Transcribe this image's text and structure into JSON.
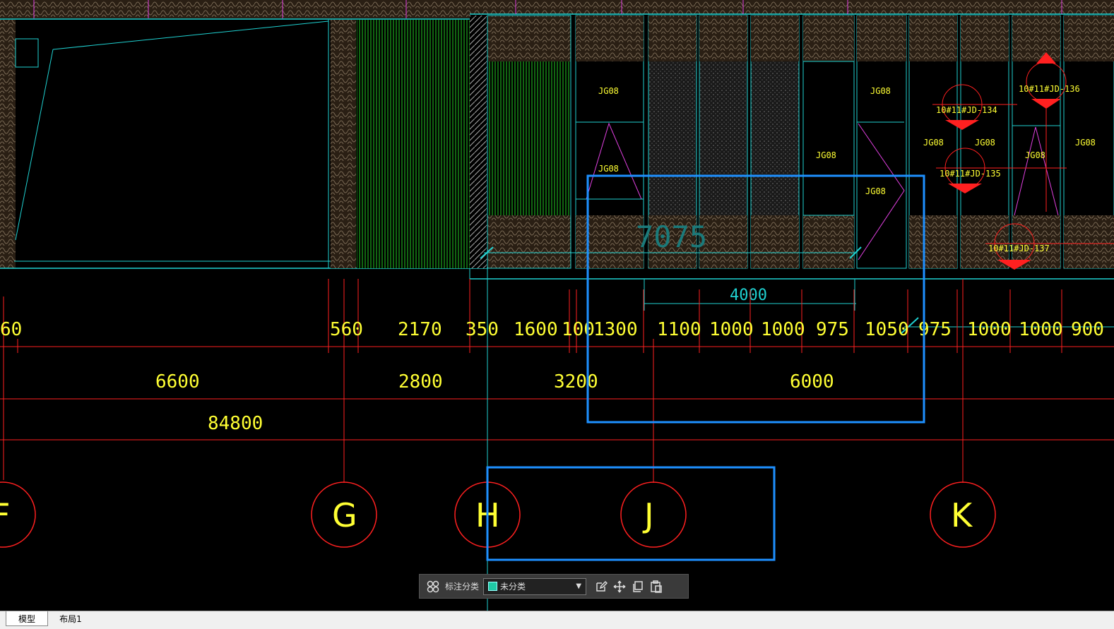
{
  "drawing": {
    "dims_top": [
      "60",
      "560",
      "2170",
      "350",
      "1600",
      "100",
      "1300",
      "1100",
      "1000",
      "1000",
      "975",
      "1050",
      "975",
      "1000",
      "1000",
      "900"
    ],
    "dims_mid": [
      "6600",
      "2800",
      "3200",
      "6000"
    ],
    "dim_total": "84800",
    "dim_4000": "4000",
    "dim_7075": "7075",
    "axes": [
      "F",
      "G",
      "H",
      "J",
      "K"
    ],
    "panel_tags": [
      "JG08",
      "JG08",
      "JG08",
      "JG08",
      "JG08",
      "JG08",
      "JG08",
      "JG08",
      "JG08"
    ],
    "callouts": [
      "10#11#JD-134",
      "10#11#JD-135",
      "10#11#JD-136",
      "10#11#JD-137"
    ]
  },
  "toolbar": {
    "label": "标注分类",
    "select_value": "未分类"
  },
  "tabs": [
    "模型",
    "布局1"
  ],
  "colors": {
    "background": "#000000",
    "dim_line": "#ff2020",
    "text": "#ffff33",
    "outline": "#1fd1d1",
    "hatch_green": "#22cc22",
    "selection": "#1e90ff",
    "magenta": "#e040e0"
  }
}
